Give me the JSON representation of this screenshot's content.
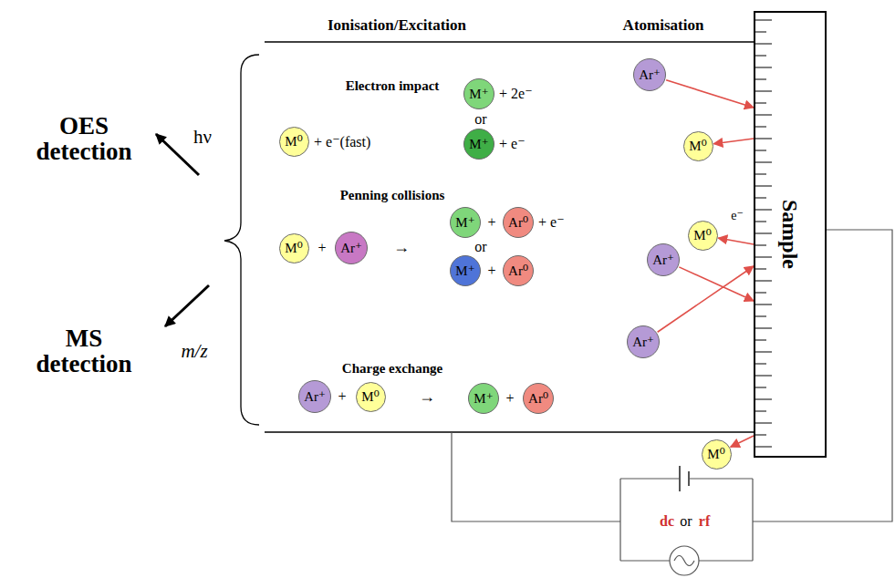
{
  "diagram": {
    "nodes": [
      {
        "text": [
          "M⁰"
        ]
      },
      {
        "text": [
          "M⁺"
        ]
      },
      {
        "text": [
          "M⁺"
        ]
      },
      {
        "text": [
          "M⁰"
        ]
      },
      {
        "text": [
          "Ar⁺"
        ]
      },
      {
        "text": [
          "M⁺"
        ]
      },
      {
        "text": [
          "Ar⁰"
        ]
      },
      {
        "text": [
          "M⁺"
        ]
      },
      {
        "text": [
          "Ar⁰"
        ]
      },
      {
        "text": [
          "Ar⁺"
        ]
      },
      {
        "text": [
          "M⁰"
        ]
      },
      {
        "text": [
          "M⁺"
        ]
      },
      {
        "text": [
          "Ar⁰"
        ]
      },
      {
        "text": [
          "Ar⁺"
        ]
      },
      {
        "text": [
          "M⁰"
        ]
      },
      {
        "text": [
          "M⁰"
        ]
      },
      {
        "text": [
          "Ar⁺"
        ]
      },
      {
        "text": [
          "Ar⁺"
        ]
      },
      {
        "text": [
          "M⁰"
        ]
      },
      {
        "text": [
          "Sample"
        ]
      }
    ],
    "edges": [
      {
        "from": 13,
        "to": 19,
        "arrow": "to"
      },
      {
        "from": 19,
        "to": 14,
        "arrow": "to"
      },
      {
        "from": 19,
        "to": 15,
        "arrow": "to"
      },
      {
        "from": 16,
        "to": 19,
        "arrow": "to"
      },
      {
        "from": 17,
        "to": 19,
        "arrow": "to"
      },
      {
        "from": 19,
        "to": 18,
        "arrow": "to"
      }
    ],
    "labels": [
      "Ionisation/Excitation",
      "Atomisation",
      "OES detection",
      "hν",
      "MS detection",
      "m/z",
      "Electron impact",
      "+ e⁻(fast)",
      "+ 2e⁻",
      "or",
      "+ e⁻",
      "Penning collisions",
      "+",
      "→",
      "+",
      "+ e⁻",
      "or",
      "+",
      "Charge exchange",
      "+",
      "→",
      "+",
      "e⁻",
      "dc",
      "or",
      "rf"
    ]
  }
}
